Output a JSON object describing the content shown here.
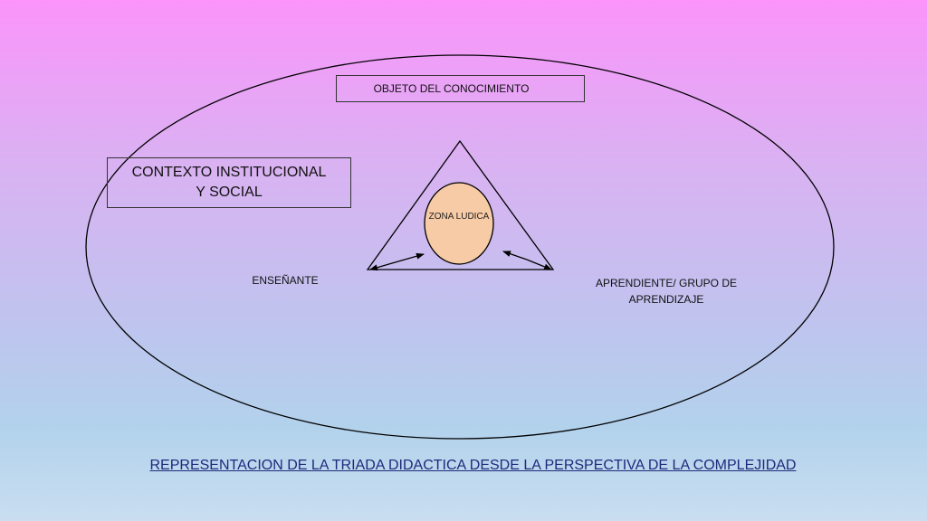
{
  "diagram": {
    "objeto_label": "OBJETO DEL CONOCIMIENTO",
    "contexto_label": "CONTEXTO INSTITUCIONAL Y SOCIAL",
    "zona_label": "ZONA LUDICA",
    "ensenante_label": "ENSEÑANTE",
    "aprendiente_label": "APRENDIENTE/ GRUPO DE APRENDIZAJE",
    "caption": "REPRESENTACION DE LA TRIADA DIDACTICA DESDE LA PERSPECTIVA DE LA COMPLEJIDAD"
  },
  "colors": {
    "zona_fill": "#f7cba5",
    "caption_text": "#1f2a7a",
    "outline": "#000000"
  }
}
